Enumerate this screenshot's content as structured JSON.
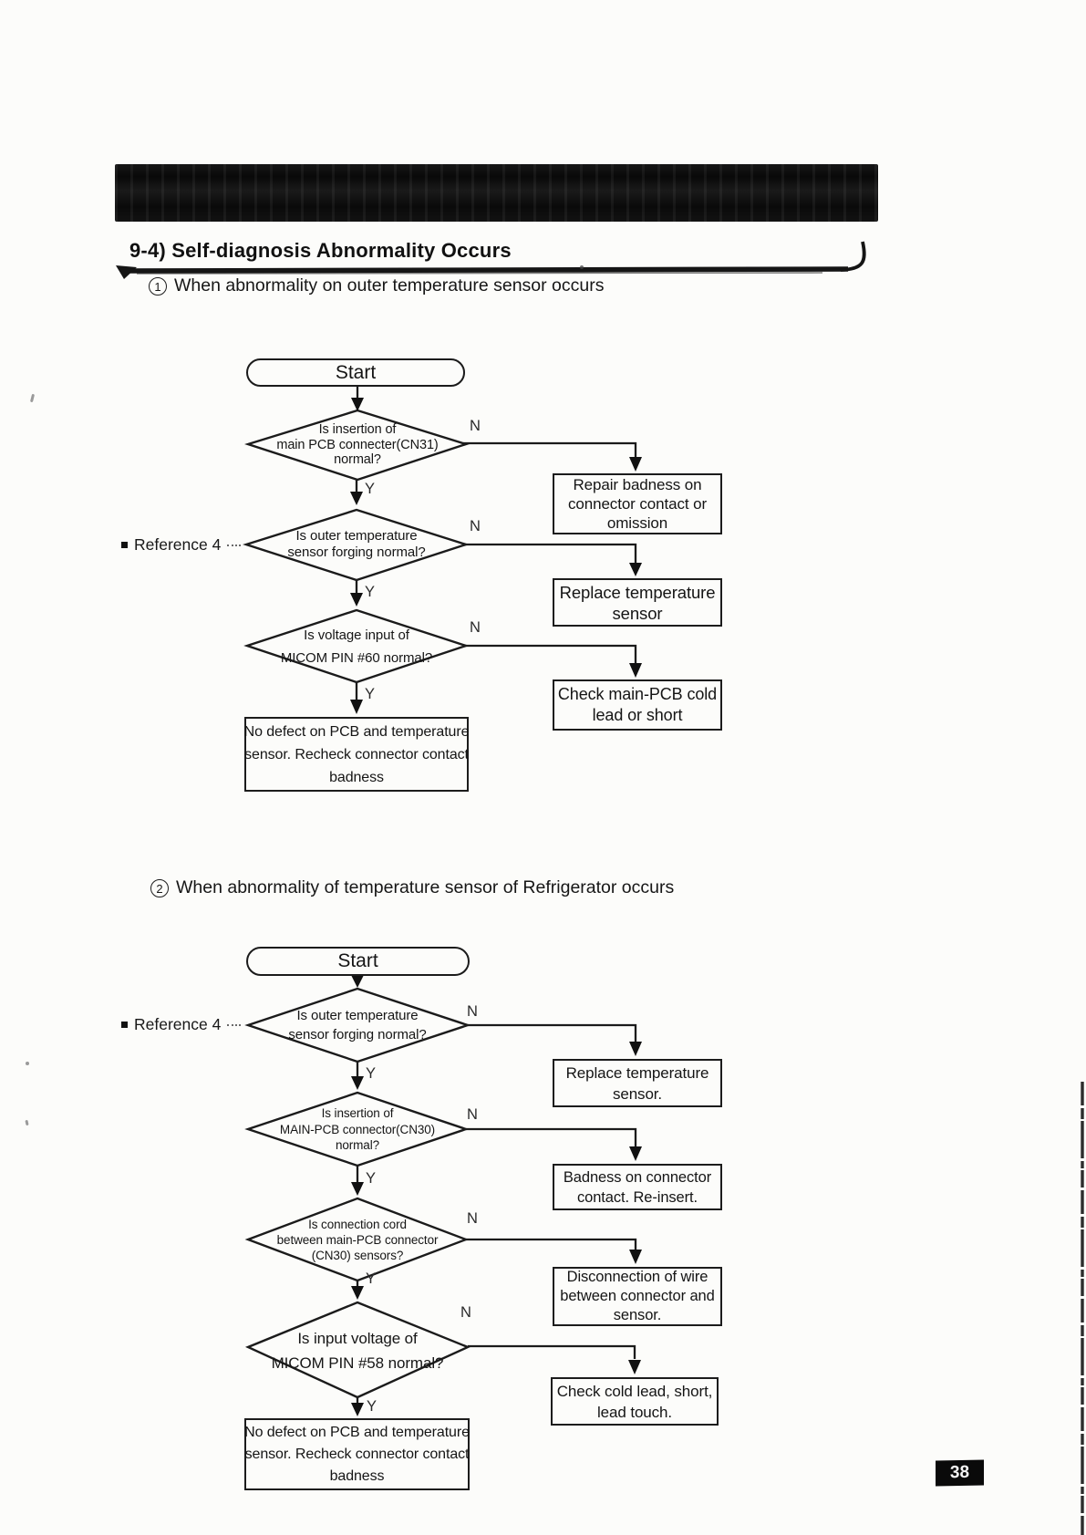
{
  "page": {
    "section_title": "9-4) Self-diagnosis Abnormality Occurs",
    "page_number": "38"
  },
  "labels": {
    "start": "Start",
    "yes": "Y",
    "no": "N",
    "reference": "Reference 4"
  },
  "flowchart1": {
    "heading_number": "1",
    "heading": "When abnormality on outer temperature sensor occurs",
    "decision1": {
      "line1": "Is  insertion of",
      "line2": "main PCB connecter(CN31)",
      "line3": "normal?"
    },
    "action1": {
      "line1": "Repair  badness on",
      "line2": "connector contact or",
      "line3": "omission"
    },
    "decision2": {
      "line1": "Is outer temperature",
      "line2": "sensor forging normal?"
    },
    "action2": {
      "line1": "Replace  temperature",
      "line2": "sensor"
    },
    "decision3": {
      "line1": "Is voltage input of",
      "line2": "MICOM PIN #60 normal?"
    },
    "action3": {
      "line1": "Check  main-PCB cold",
      "line2": "lead or short"
    },
    "result": {
      "line1": "No defect on PCB and temperature",
      "line2": "sensor. Recheck  connector contact",
      "line3": "badness"
    }
  },
  "flowchart2": {
    "heading_number": "2",
    "heading": "When abnormality of temperature sensor of Refrigerator occurs",
    "decision1": {
      "line1": "Is outer temperature",
      "line2": "sensor forging normal?"
    },
    "action1": {
      "line1": "Replace temperature",
      "line2": "sensor."
    },
    "decision2": {
      "line1": "Is insertion of",
      "line2": "MAIN-PCB connector(CN30)",
      "line3": "normal?"
    },
    "action2": {
      "line1": "Badness on  connector",
      "line2": "contact. Re-insert."
    },
    "decision3": {
      "line1": "Is connection cord",
      "line2": "between main-PCB connector",
      "line3": "(CN30) sensors?"
    },
    "action3": {
      "line1": "Disconnection of wire",
      "line2": "between  connector and",
      "line3": "sensor."
    },
    "decision4": {
      "line1": "Is input voltage of",
      "line2": "MICOM PIN #58 normal?"
    },
    "action4": {
      "line1": "Check cold lead, short,",
      "line2": "lead touch."
    },
    "result": {
      "line1": "No defect on PCB and temperature",
      "line2": "sensor. Recheck  connector contact",
      "line3": "badness"
    }
  }
}
